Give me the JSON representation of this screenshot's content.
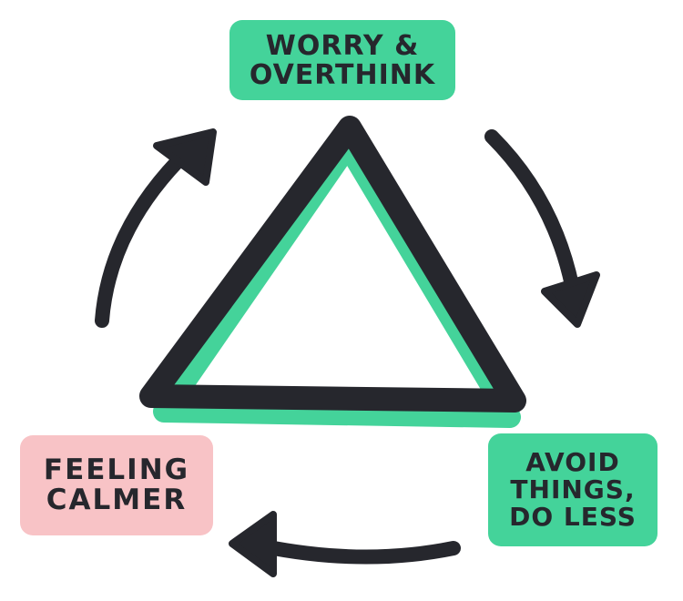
{
  "colors": {
    "green": "#44d39a",
    "pink": "#f8c3c6",
    "ink": "#26272d",
    "background": "#ffffff"
  },
  "nodes": {
    "worry": {
      "lines": [
        "WORRY &",
        "OVERTHINK"
      ],
      "color": "green"
    },
    "avoid": {
      "lines": [
        "AVOID",
        "THINGS,",
        "DO LESS"
      ],
      "color": "green"
    },
    "calmer": {
      "lines": [
        "FEELING",
        "CALMER"
      ],
      "color": "pink"
    }
  },
  "center_shape": "triangle-outline",
  "arrows": [
    {
      "from": "worry",
      "to": "avoid",
      "direction": "clockwise"
    },
    {
      "from": "avoid",
      "to": "calmer",
      "direction": "clockwise"
    },
    {
      "from": "calmer",
      "to": "worry",
      "direction": "clockwise"
    }
  ]
}
